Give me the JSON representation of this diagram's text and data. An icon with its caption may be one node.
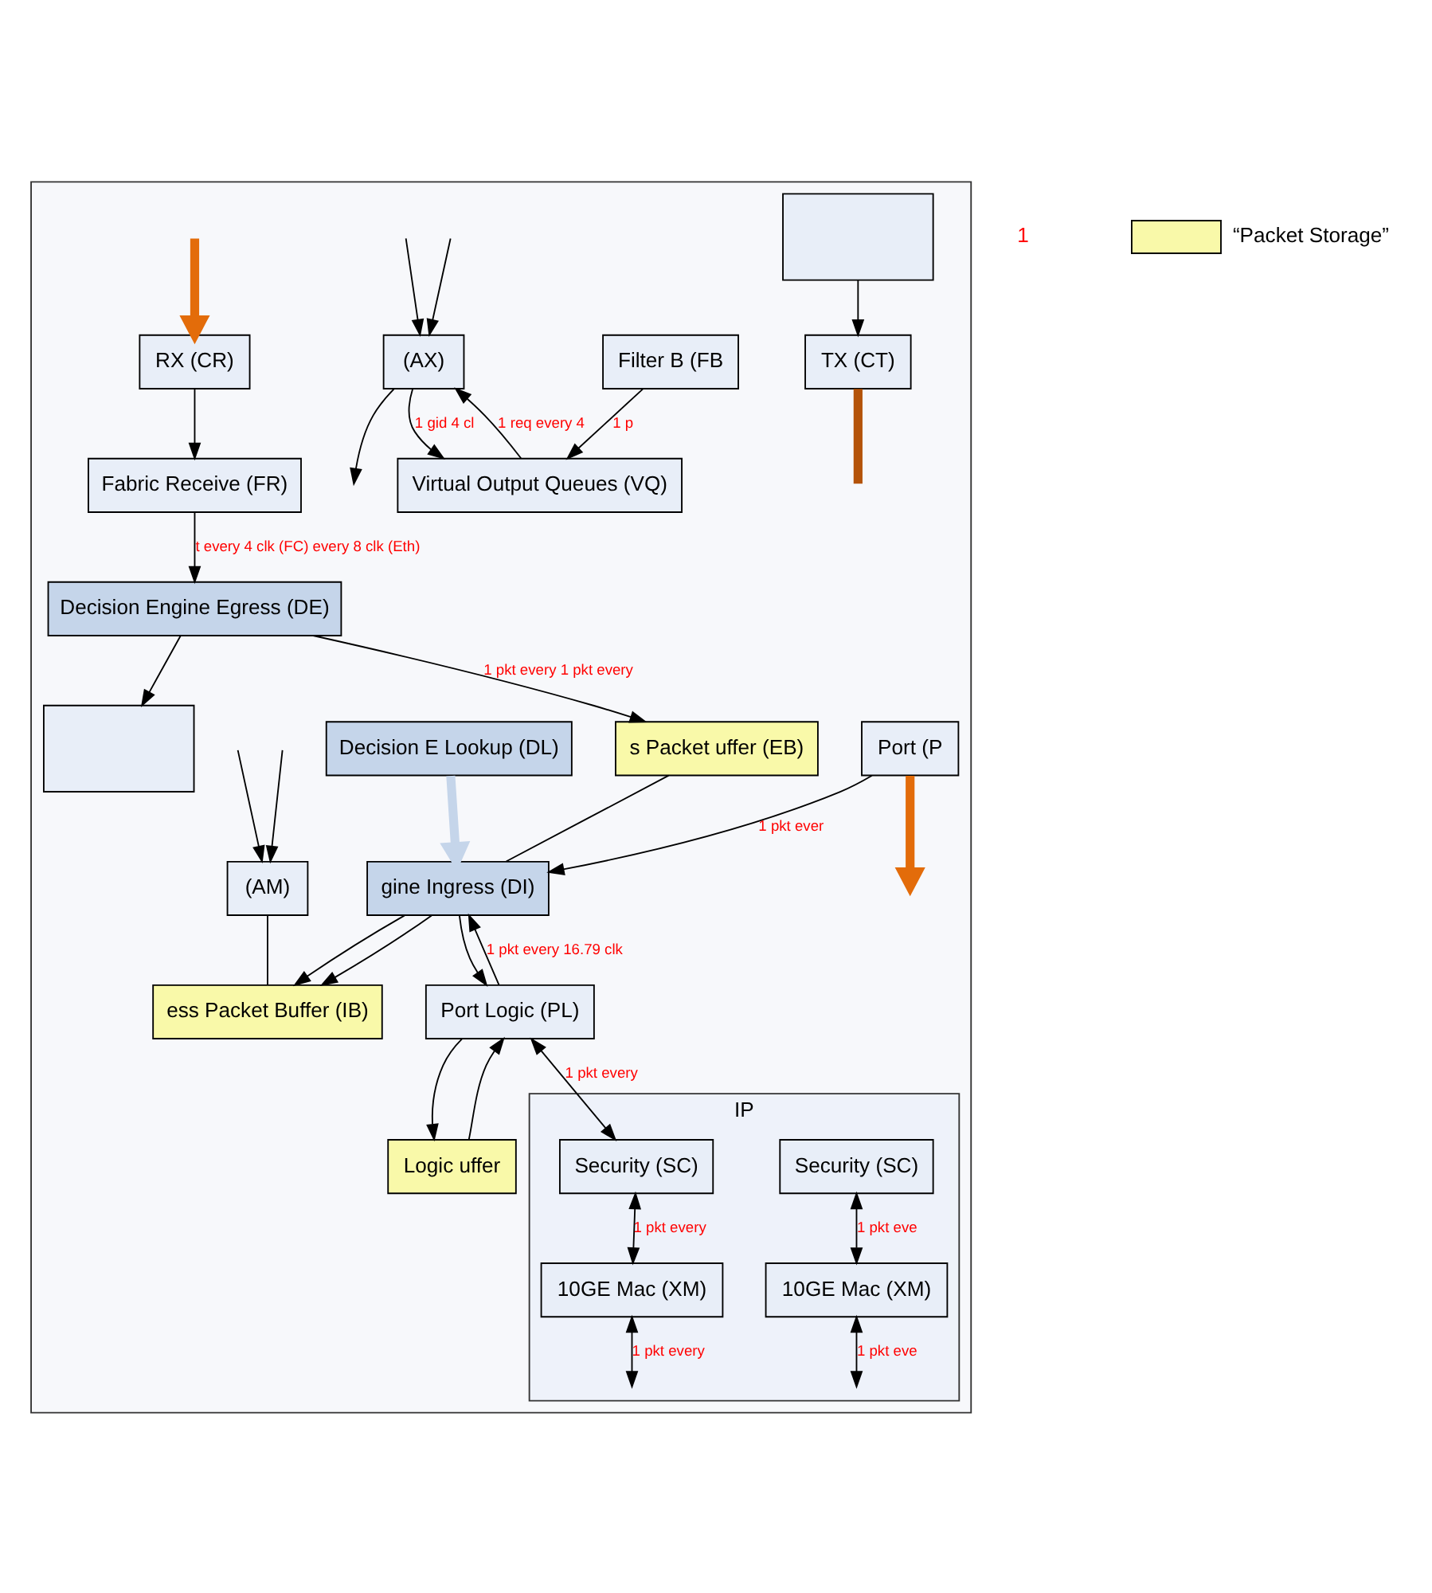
{
  "diagram": {
    "nodes": [
      {
        "text": [],
        "shape": "box"
      },
      {
        "text": [
          "(AX)"
        ],
        "in": 0
      },
      {
        "text": [
          "TX (CT)"
        ],
        "in": 0
      },
      {
        "text": [],
        "shape": "box",
        "in": 0
      },
      {
        "text": [
          "RX (CR)"
        ],
        "in": 0
      },
      {
        "text": [
          "Fabric Receive (FR)"
        ],
        "in": 0
      },
      {
        "text": [],
        "shape": "box",
        "in": 0
      },
      {
        "text": [
          "Decision Engine Egress (DE)"
        ],
        "in": 0
      },
      {
        "text": [
          "Virtual Output Queues (VQ)"
        ],
        "in": 0
      },
      {
        "text": [
          "(AM)"
        ],
        "in": 0
      },
      {
        "text": [
          "Filter B (FB"
        ],
        "in": 0
      },
      {
        "text": [
          "ess Packet Buffer (IB)"
        ],
        "in": 0
      },
      {
        "text": [
          "Decision E Lookup (DL)"
        ],
        "in": 0
      },
      {
        "text": [
          "s Packet uffer (EB)"
        ],
        "in": 0
      },
      {
        "text": [
          "gine Ingress (DI)"
        ],
        "in": 0
      },
      {
        "text": [
          "Port (P"
        ],
        "in": 0
      },
      {
        "text": [
          "Logic uffer"
        ],
        "in": 0
      },
      {
        "text": [
          "Port Logic (PL)"
        ],
        "in": 0
      },
      {
        "text": [
          "IP"
        ],
        "in": 0
      },
      {
        "text": [
          "Security (SC)"
        ],
        "in": 18
      },
      {
        "text": [
          "10GE Mac (XM)"
        ],
        "in": 18
      },
      {
        "text": [
          "Security (SC)"
        ],
        "in": 18
      },
      {
        "text": [
          "10GE Mac (XM)"
        ],
        "in": 18
      }
    ],
    "edges": [
      {
        "from": 1,
        "to": null,
        "arrow": "to"
      },
      {
        "from": null,
        "to": 1,
        "arrow": "to"
      },
      {
        "from": null,
        "to": 1,
        "arrow": "to"
      },
      {
        "from": 8,
        "to": 1,
        "arrow": "to",
        "label": "1 req every 4"
      },
      {
        "from": 1,
        "to": 8,
        "arrow": "to",
        "label": "1 gid 4 cl"
      },
      {
        "from": 3,
        "to": 2,
        "arrow": "to"
      },
      {
        "from": 4,
        "to": 5,
        "arrow": "to"
      },
      {
        "from": 5,
        "to": 7,
        "arrow": "to",
        "label": "t every 4 clk (FC) every 8 clk (Eth)"
      },
      {
        "from": 7,
        "to": 6,
        "arrow": "to"
      },
      {
        "from": 7,
        "to": 13,
        "arrow": "to",
        "label": "1 pkt every 1 pkt every"
      },
      {
        "from": null,
        "to": 9,
        "arrow": "to"
      },
      {
        "from": null,
        "to": 9,
        "arrow": "to"
      },
      {
        "from": 10,
        "to": 8,
        "arrow": "to",
        "label": "1 p"
      },
      {
        "from": 9,
        "to": 11,
        "arrow": "none"
      },
      {
        "from": 14,
        "to": 11,
        "arrow": "to"
      },
      {
        "from": 14,
        "to": 11,
        "arrow": "to"
      },
      {
        "from": 12,
        "to": 14,
        "arrow": "to",
        "style": "thick",
        "color": "#c5d5ea"
      },
      {
        "from": 13,
        "to": 14,
        "arrow": "none"
      },
      {
        "from": 15,
        "to": 14,
        "arrow": "to",
        "label": "1 pkt ever"
      },
      {
        "from": 17,
        "to": 14,
        "arrow": "to",
        "label": "1 pkt every 16.79 clk"
      },
      {
        "from": 14,
        "to": 17,
        "arrow": "to"
      },
      {
        "from": 16,
        "to": 17,
        "arrow": "to"
      },
      {
        "from": 17,
        "to": 16,
        "arrow": "to"
      },
      {
        "from": 19,
        "to": 20,
        "arrow": "both",
        "label": "1 pkt eve"
      },
      {
        "from": 20,
        "to": null,
        "arrow": "both",
        "label": "1 pkt eve"
      },
      {
        "from": 17,
        "to": 21,
        "arrow": "both",
        "label": "1 pkt every"
      },
      {
        "from": 21,
        "to": 22,
        "arrow": "both",
        "label": "1 pkt every"
      },
      {
        "from": 22,
        "to": null,
        "arrow": "both",
        "label": "1 pkt every"
      },
      {
        "from": null,
        "to": 4,
        "arrow": "to",
        "style": "thick",
        "color": "#e36c0a"
      },
      {
        "from": 2,
        "to": null,
        "arrow": "none",
        "style": "thick",
        "color": "#b45309"
      },
      {
        "from": 15,
        "to": null,
        "arrow": "to",
        "style": "thick",
        "color": "#e36c0a"
      }
    ],
    "labels": [
      "1"
    ],
    "legend": [
      {
        "text": "“Packet Storage”",
        "color": "#f9f9a9"
      }
    ]
  }
}
